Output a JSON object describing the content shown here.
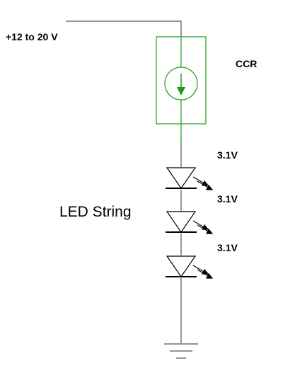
{
  "supply": {
    "label": "+12 to 20 V"
  },
  "ccr": {
    "label": "CCR",
    "color": "#1a9e1a"
  },
  "string": {
    "label": "LED String"
  },
  "leds": [
    {
      "voltage": "3.1V"
    },
    {
      "voltage": "3.1V"
    },
    {
      "voltage": "3.1V"
    }
  ],
  "ground": {
    "icon": "ground-symbol"
  },
  "colors": {
    "wire": "#555555",
    "led": "#000000",
    "ccr": "#1a9e1a"
  }
}
